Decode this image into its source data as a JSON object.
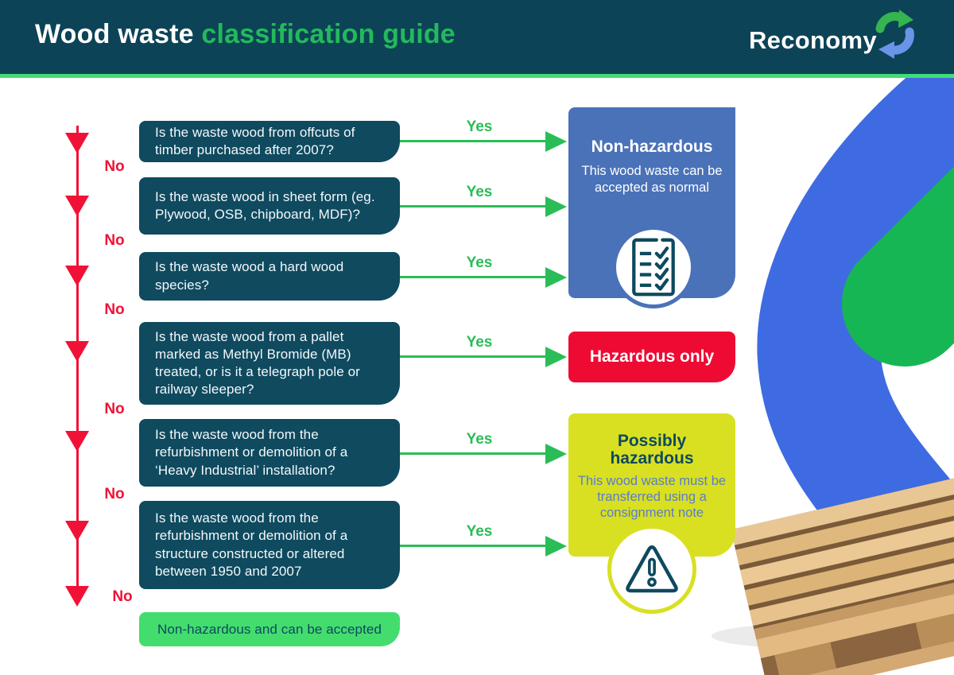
{
  "header": {
    "title_primary": "Wood waste",
    "title_accent": "classification guide",
    "brand": "Reconomy"
  },
  "labels": {
    "yes": "Yes",
    "no": "No"
  },
  "questions": [
    {
      "text": "Is the waste wood from offcuts of timber purchased after 2007?"
    },
    {
      "text": "Is the waste wood in sheet form (eg. Plywood, OSB, chipboard, MDF)?"
    },
    {
      "text": "Is the waste wood a hard wood species?"
    },
    {
      "text": "Is the waste wood from a pallet marked as Methyl Bromide (MB) treated, or is it a telegraph pole or railway sleeper?"
    },
    {
      "text": "Is the waste wood from the refurbishment or demolition of a ‘Heavy Industrial’ installation?"
    },
    {
      "text": "Is the waste wood from the refurbishment or demolition of a structure constructed or altered between 1950 and 2007"
    }
  ],
  "outcomes": {
    "non_hazardous": {
      "title": "Non-hazardous",
      "description": "This wood waste can be accepted as normal",
      "icon": "checklist-icon"
    },
    "hazardous_only": {
      "title": "Hazardous only"
    },
    "possibly_hazardous": {
      "title": "Possibly hazardous",
      "description": "This wood waste must be transferred using a consignment note",
      "icon": "warning-icon"
    },
    "final": {
      "text": "Non-hazardous and can be accepted"
    }
  },
  "colors": {
    "header_bg": "#0c4357",
    "question_bg": "#0f4a5f",
    "accent_green": "#2abd57",
    "underline_green": "#42dc76",
    "no_red": "#f01236",
    "hazardous_red": "#ee0a33",
    "non_hazardous_blue": "#4a72b8",
    "possibly_yellow": "#d8e021",
    "final_green": "#43dd6e",
    "swoosh_green": "#17b655",
    "swoosh_blue": "#3e6be2"
  }
}
